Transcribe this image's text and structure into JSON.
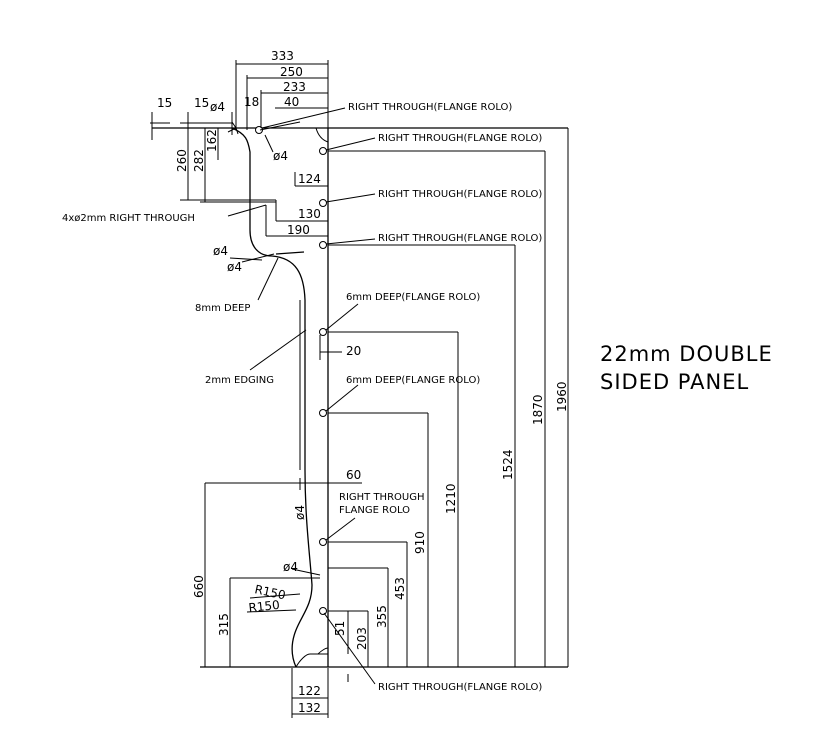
{
  "title": {
    "line1": "22mm DOUBLE",
    "line2": "SIDED PANEL"
  },
  "top_dims": {
    "d333": "333",
    "d250": "250",
    "d233": "233",
    "d40": "40",
    "d18": "18",
    "d15a": "15",
    "d15b": "15",
    "phi4a": "ø4"
  },
  "left_dims": {
    "d260": "260",
    "d282": "282",
    "d162": "162",
    "phi4b": "ø4",
    "d124": "124",
    "d130": "130",
    "d190": "190",
    "phi4c": "ø4",
    "phi4d": "ø4"
  },
  "notes": {
    "rt1": "RIGHT THROUGH(FLANGE ROLO)",
    "rt2": "RIGHT THROUGH(FLANGE ROLO)",
    "rt3": "RIGHT THROUGH(FLANGE ROLO)",
    "rt4": "RIGHT THROUGH(FLANGE ROLO)",
    "four_holes": "4xø2mm RIGHT THROUGH",
    "eight_deep": "8mm DEEP",
    "six_deep1": "6mm DEEP(FLANGE ROLO)",
    "edging": "2mm EDGING",
    "six_deep2": "6mm DEEP(FLANGE ROLO)",
    "rt_flange_a": "RIGHT THROUGH",
    "rt_flange_b": "FLANGE ROLO",
    "rt_bottom": "RIGHT THROUGH(FLANGE ROLO)"
  },
  "mid_dims": {
    "d20": "20",
    "d60": "60",
    "phi4e": "ø4",
    "phi4f": "ø4",
    "r150a": "R150",
    "r150b": "R150"
  },
  "vertical_dims": {
    "d660": "660",
    "d315": "315",
    "d51": "51",
    "d203": "203",
    "d355": "355",
    "d453": "453",
    "d910": "910",
    "d1210": "1210",
    "d1524": "1524",
    "d1870": "1870",
    "d1960": "1960"
  },
  "bottom_dims": {
    "d122": "122",
    "d132": "132"
  }
}
